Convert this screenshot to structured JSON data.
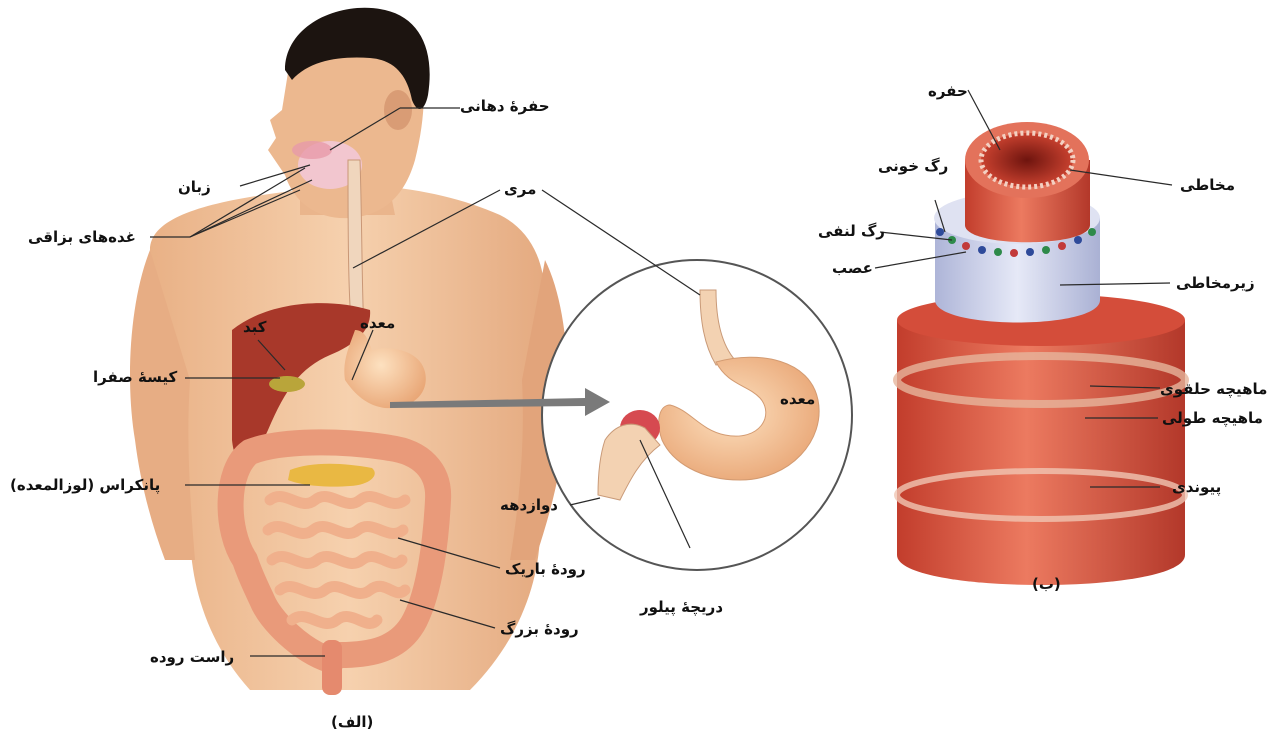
{
  "figure_a": {
    "caption": "(الف)",
    "labels": {
      "mouth_cavity": "حفرهٔ دهانی",
      "tongue": "زبان",
      "salivary_glands": "غده‌های بزاقی",
      "esophagus": "مری",
      "liver": "کبد",
      "stomach": "معده",
      "gallbladder": "کیسهٔ صفرا",
      "pancreas": "پانکراس (لوزالمعده)",
      "small_intestine": "رودهٔ باریک",
      "large_intestine": "رودهٔ بزرگ",
      "rectum": "راست روده",
      "inset_stomach": "معده",
      "duodenum": "دوازدهه",
      "pyloric_sphincter": "دریچهٔ پیلور"
    }
  },
  "figure_b": {
    "caption": "(ب)",
    "labels": {
      "lumen": "حفره",
      "blood_vessel": "رگ خونی",
      "lymph_vessel": "رگ لنفی",
      "nerve": "عصب",
      "mucosa": "مخاطی",
      "submucosa": "زیرمخاطی",
      "circular_muscle": "ماهیچه حلقوی",
      "longitudinal_muscle": "ماهیچه طولی",
      "connective": "پیوندی"
    }
  },
  "colors": {
    "skin": "#f0c39c",
    "hair": "#1c1410",
    "liver": "#a8382a",
    "stomach": "#f2c79a",
    "intestine": "#efb48f",
    "muscle": "#d9503e",
    "submucosa": "#c9cfe8",
    "label_line": "#2a2a2a",
    "arrow": "#7a7a7a"
  }
}
